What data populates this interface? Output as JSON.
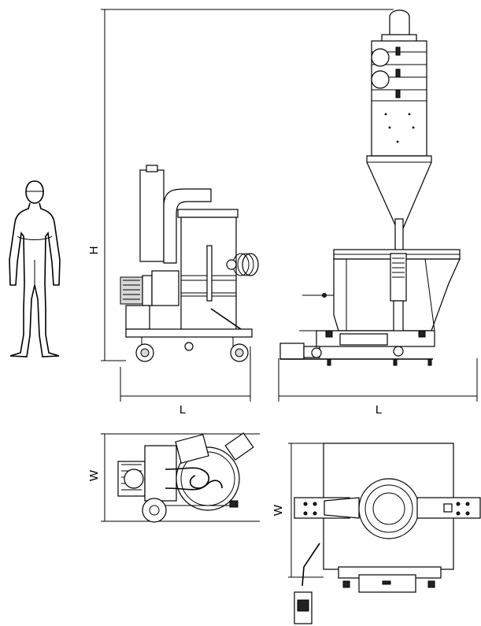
{
  "labels": {
    "height": "H",
    "length_side": "L",
    "length_front": "L",
    "width_top_left": "W",
    "width_top_right": "W"
  },
  "colors": {
    "line": "#000000",
    "background": "#ffffff",
    "shade": "#d9d9d9"
  }
}
